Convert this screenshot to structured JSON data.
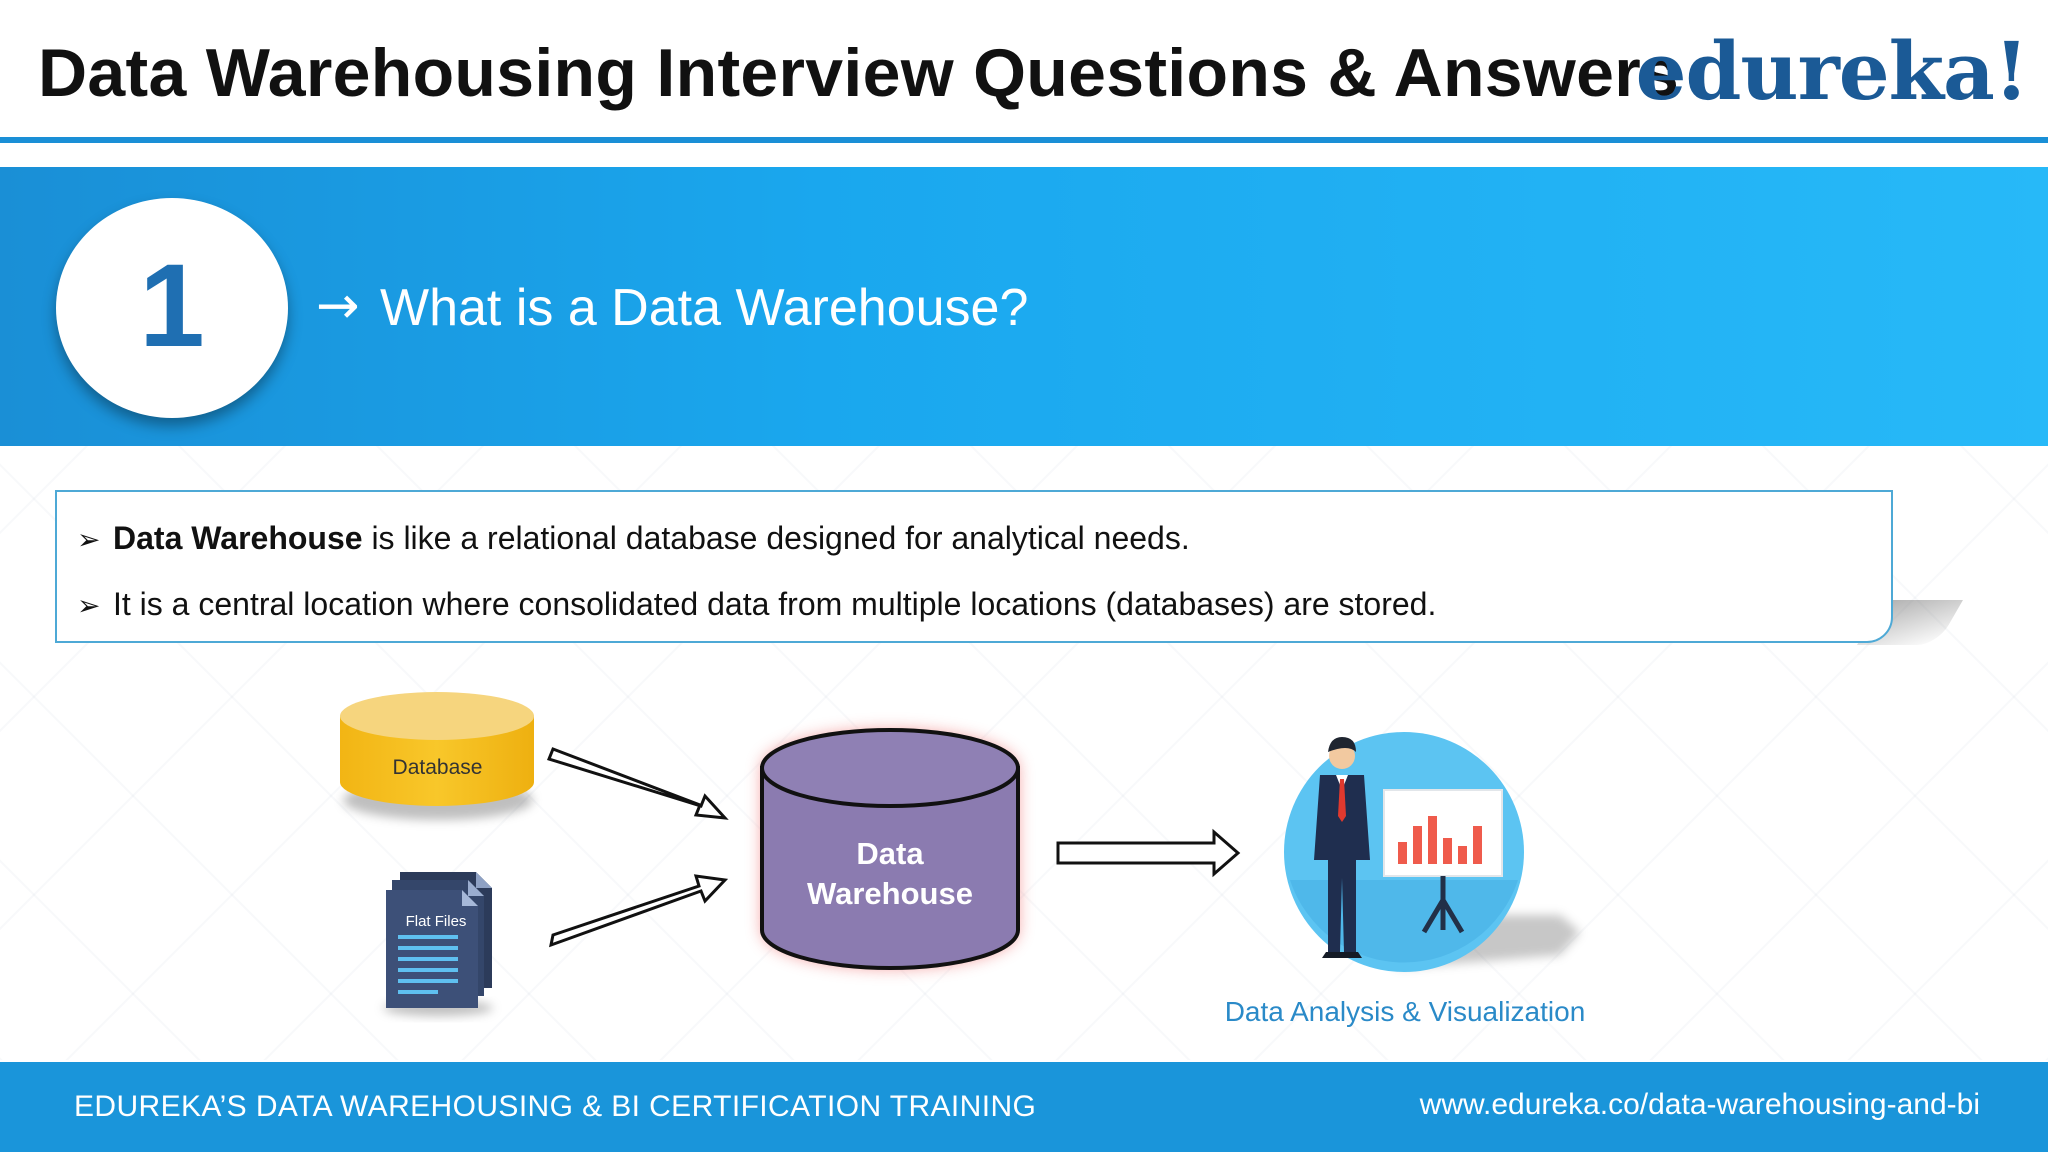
{
  "header": {
    "title": "Data Warehousing Interview Questions & Answers",
    "logo": "edureka!"
  },
  "question": {
    "number": "1",
    "arrow": "→",
    "text": "What is a Data Warehouse?"
  },
  "bullets": [
    {
      "marker": "➢",
      "bold": "Data Warehouse",
      "text": " is like a relational database designed for analytical needs."
    },
    {
      "marker": "➢",
      "bold": "",
      "text": "It is a central location where consolidated data from multiple locations (databases) are stored."
    }
  ],
  "diagram": {
    "database_label": "Database",
    "flat_files_label": "Flat Files",
    "warehouse_label_line1": "Data",
    "warehouse_label_line2": "Warehouse",
    "analysis_label": "Data Analysis & Visualization",
    "icons": [
      "database-icon",
      "flat-files-icon",
      "data-warehouse-icon",
      "presenter-chart-icon"
    ],
    "colors": {
      "database": "#f5c11f",
      "warehouse": "#8b7bb0",
      "warehouse_glow": "#f07a7a",
      "analysis_circle": "#5cc4f2",
      "chart_bars": "#ef5b4c",
      "accent_blue": "#1a95da"
    }
  },
  "footer": {
    "left": "EDUREKA’S DATA WAREHOUSING & BI CERTIFICATION TRAINING",
    "right": "www.edureka.co/data-warehousing-and-bi"
  }
}
